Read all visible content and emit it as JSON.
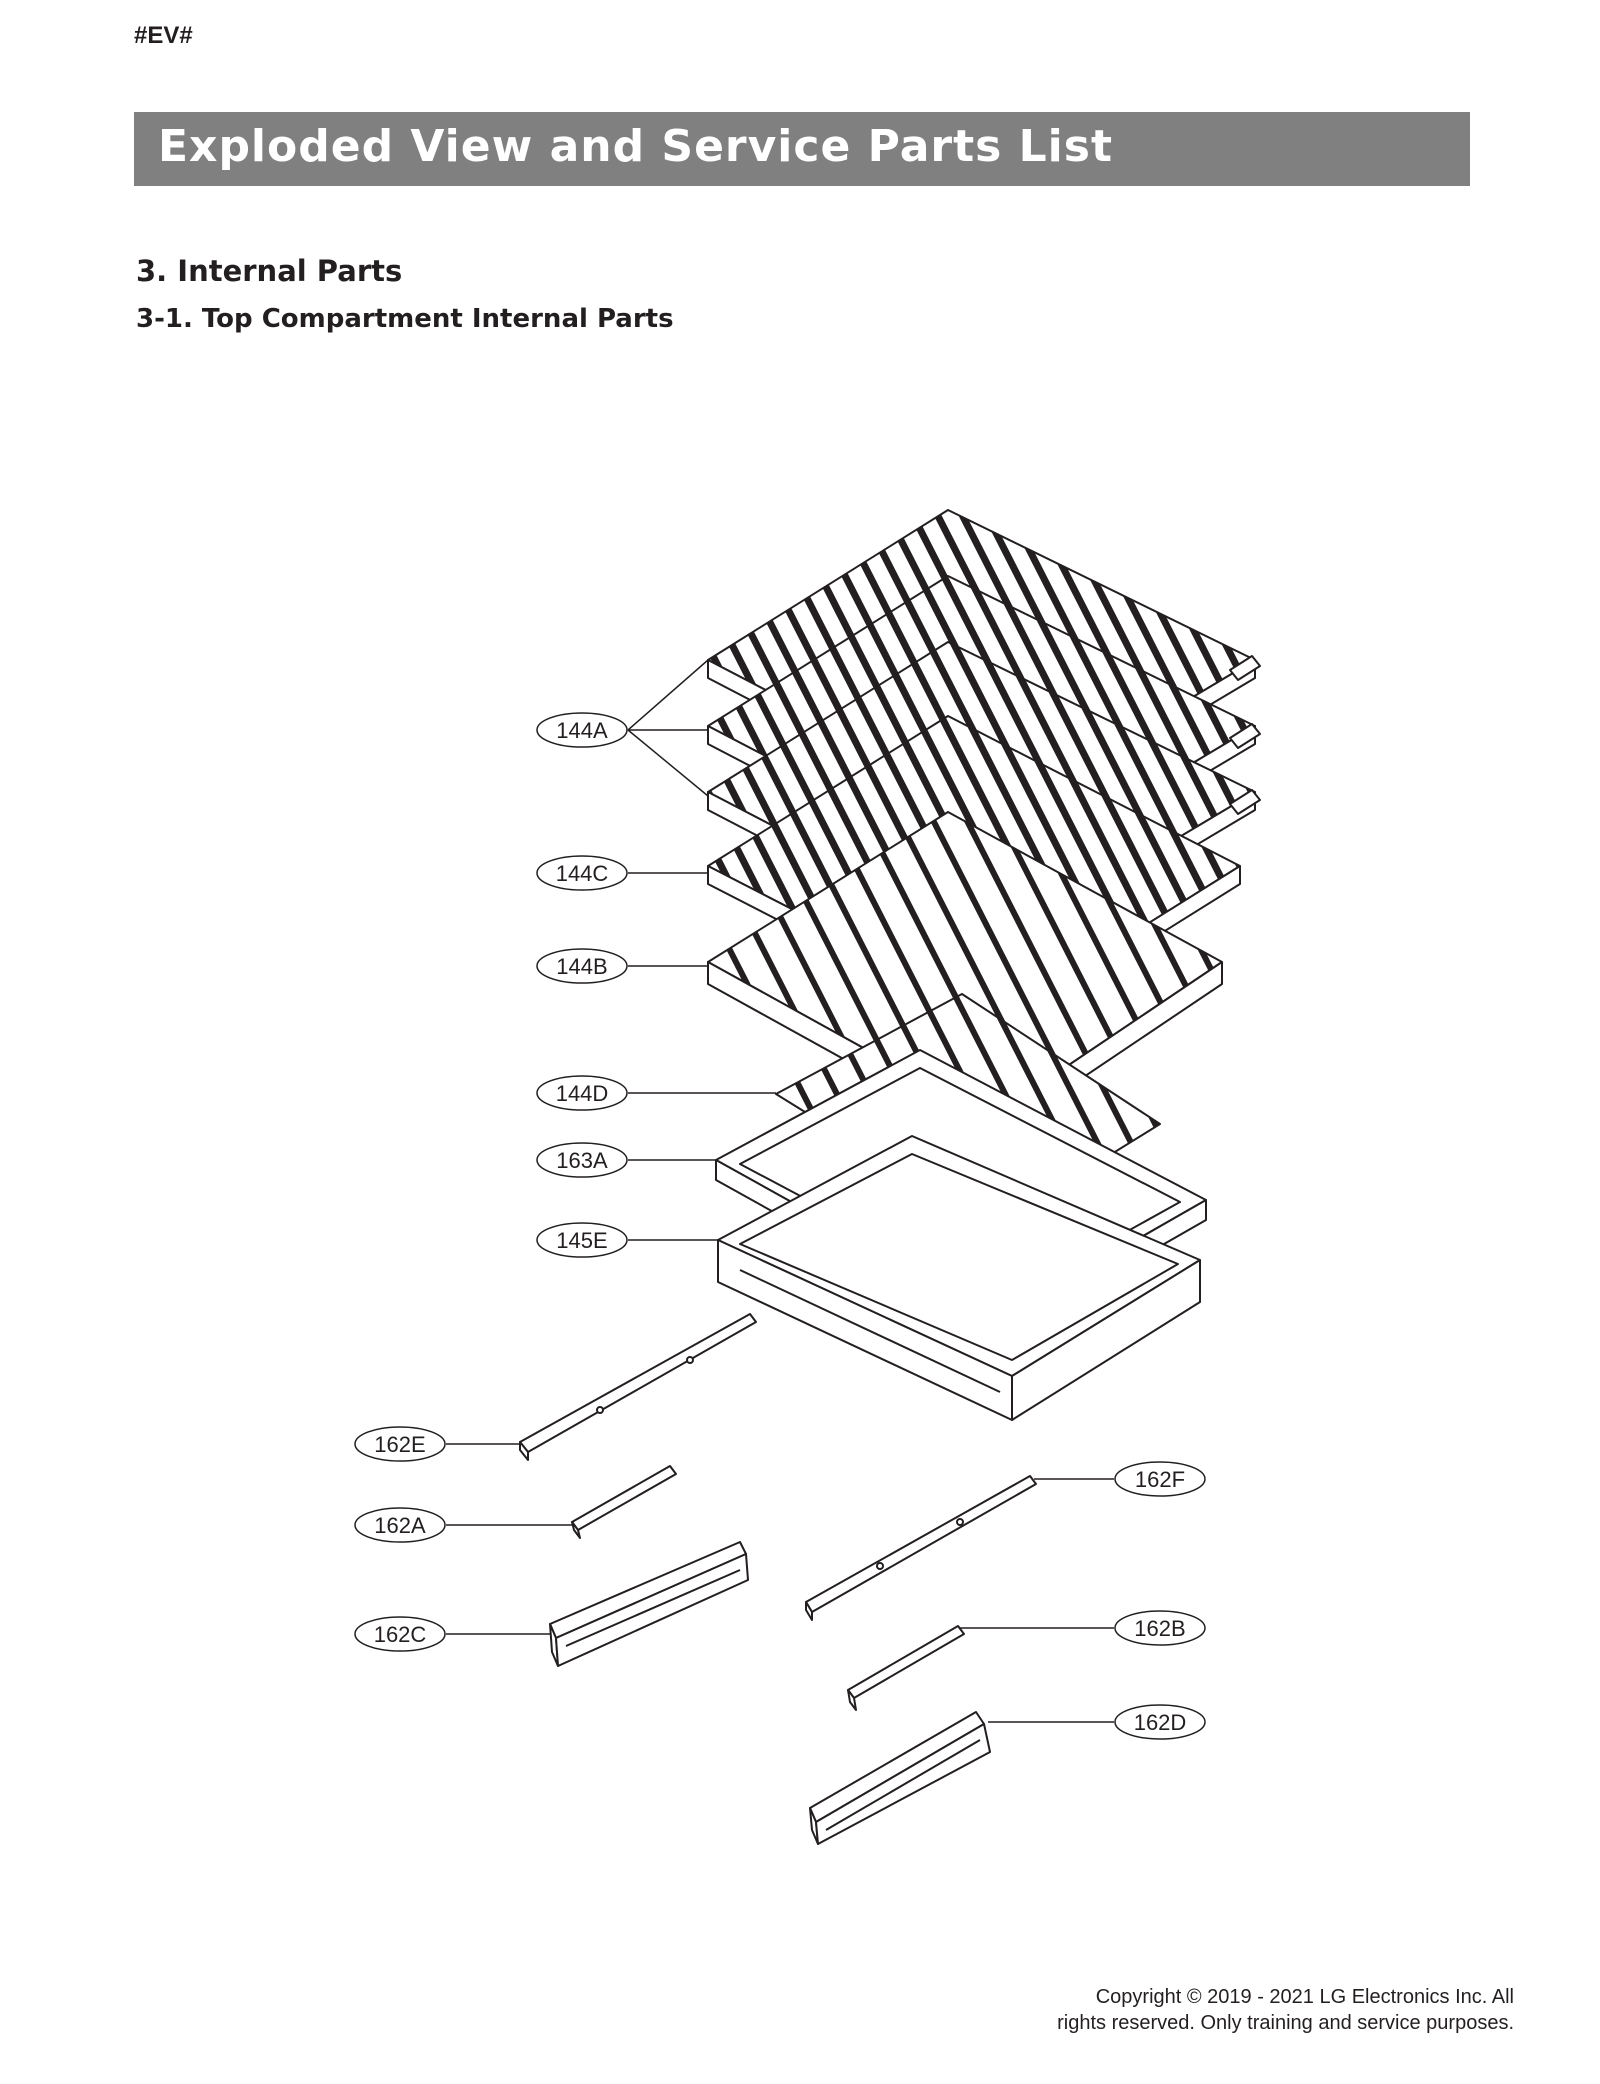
{
  "page": {
    "doc_code": "#EV#",
    "banner_title": "Exploded View and Service Parts List",
    "section_title": "3. Internal Parts",
    "subsection_title": "3-1. Top Compartment Internal Parts"
  },
  "callouts": [
    {
      "id": "144A",
      "label": "144A"
    },
    {
      "id": "144C",
      "label": "144C"
    },
    {
      "id": "144B",
      "label": "144B"
    },
    {
      "id": "144D",
      "label": "144D"
    },
    {
      "id": "163A",
      "label": "163A"
    },
    {
      "id": "145E",
      "label": "145E"
    },
    {
      "id": "162E",
      "label": "162E"
    },
    {
      "id": "162A",
      "label": "162A"
    },
    {
      "id": "162C",
      "label": "162C"
    },
    {
      "id": "162F",
      "label": "162F"
    },
    {
      "id": "162B",
      "label": "162B"
    },
    {
      "id": "162D",
      "label": "162D"
    }
  ],
  "footer": {
    "line1": "Copyright © 2019 - 2021 LG Electronics Inc. All",
    "line2": "rights reserved. Only training and service purposes."
  },
  "colors": {
    "banner": "#808080",
    "ink": "#231f20"
  }
}
